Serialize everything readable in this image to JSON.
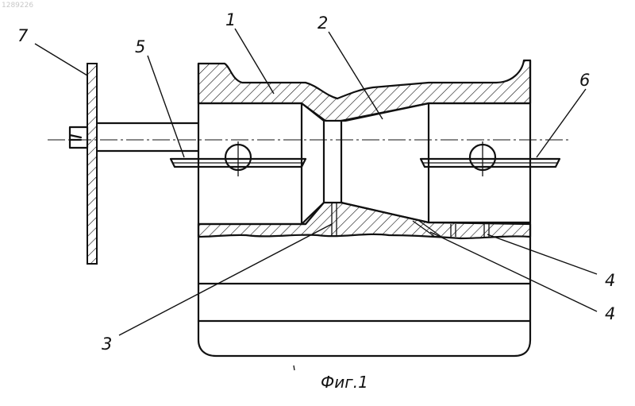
{
  "figure": {
    "corner_code": "1289226",
    "caption": "Фиг.1",
    "labels": {
      "l1": "1",
      "l2": "2",
      "l3": "3",
      "l4a": "4",
      "l4b": "4",
      "l5": "5",
      "l6": "6",
      "l7": "7"
    }
  }
}
